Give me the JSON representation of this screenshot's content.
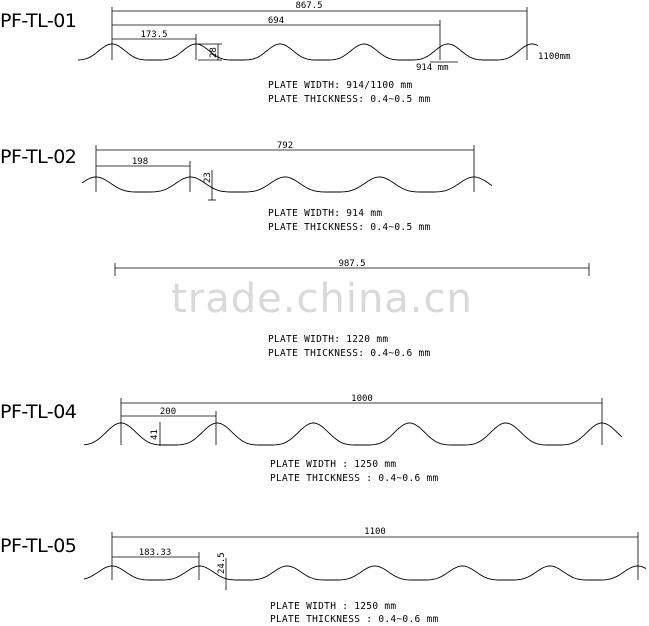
{
  "watermark": "trade.china.cn",
  "profiles": [
    {
      "code": "PF-TL-01",
      "dims": {
        "overall": "867.5",
        "pitch_span": "694",
        "pitch": "173.5",
        "height": "28",
        "cover": "914 mm",
        "full": "1100mm"
      },
      "spec": {
        "width": "PLATE WIDTH: 914/1100  mm",
        "thickness": "PLATE THICKNESS: 0.4~0.5  mm"
      }
    },
    {
      "code": "PF-TL-02",
      "dims": {
        "overall": "792",
        "pitch": "198",
        "height": "23"
      },
      "spec": {
        "width": "PLATE WIDTH: 914  mm",
        "thickness": "PLATE THICKNESS: 0.4~0.5  mm"
      }
    },
    {
      "code": "",
      "dims": {
        "overall": "987.5"
      },
      "spec": {
        "width": "PLATE WIDTH: 1220  mm",
        "thickness": "PLATE THICKNESS: 0.4~0.6  mm"
      }
    },
    {
      "code": "PF-TL-04",
      "dims": {
        "overall": "1000",
        "pitch": "200",
        "height": "41"
      },
      "spec": {
        "width": "PLATE WIDTH : 1250  mm",
        "thickness": "PLATE THICKNESS : 0.4~0.6  mm"
      }
    },
    {
      "code": "PF-TL-05",
      "dims": {
        "overall": "1100",
        "pitch": "183.33",
        "height": "24.5"
      },
      "spec": {
        "width": "PLATE WIDTH : 1250  mm",
        "thickness": "PLATE THICKNESS : 0.4~0.6  mm"
      }
    }
  ]
}
